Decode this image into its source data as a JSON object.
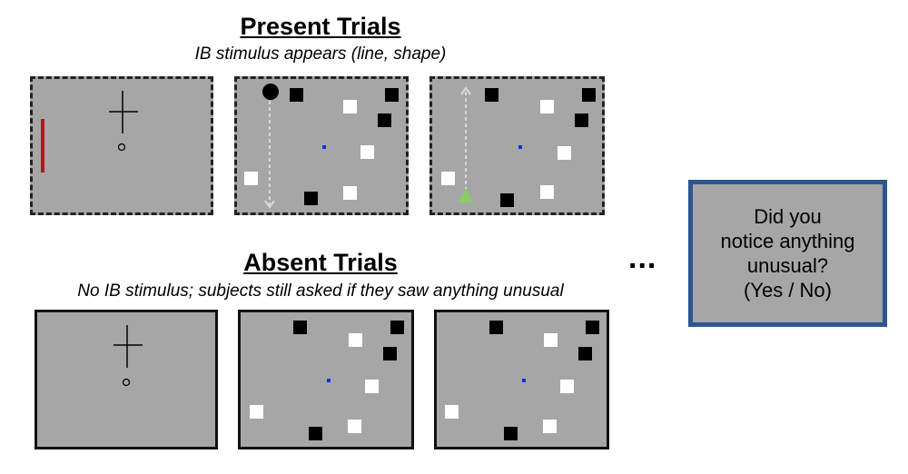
{
  "present": {
    "title": "Present Trials",
    "subtitle": "IB stimulus appears (line, shape)"
  },
  "absent": {
    "title": "Absent Trials",
    "subtitle": "No IB stimulus; subjects still asked if they saw anything unusual"
  },
  "ellipsis": "...",
  "question": {
    "line1": "Did you",
    "line2": "notice anything",
    "line3": "unusual?",
    "line4": "(Yes / No)"
  },
  "colors": {
    "panel_bg": "#a6a6a6",
    "red_line": "#b01818",
    "green_triangle": "#8cc96b",
    "blue_dot": "#1530e0",
    "question_border": "#2f5590"
  },
  "icons": [
    "fixation-cross-icon",
    "circle-icon",
    "square-icon",
    "triangle-icon",
    "arrow-icon"
  ]
}
